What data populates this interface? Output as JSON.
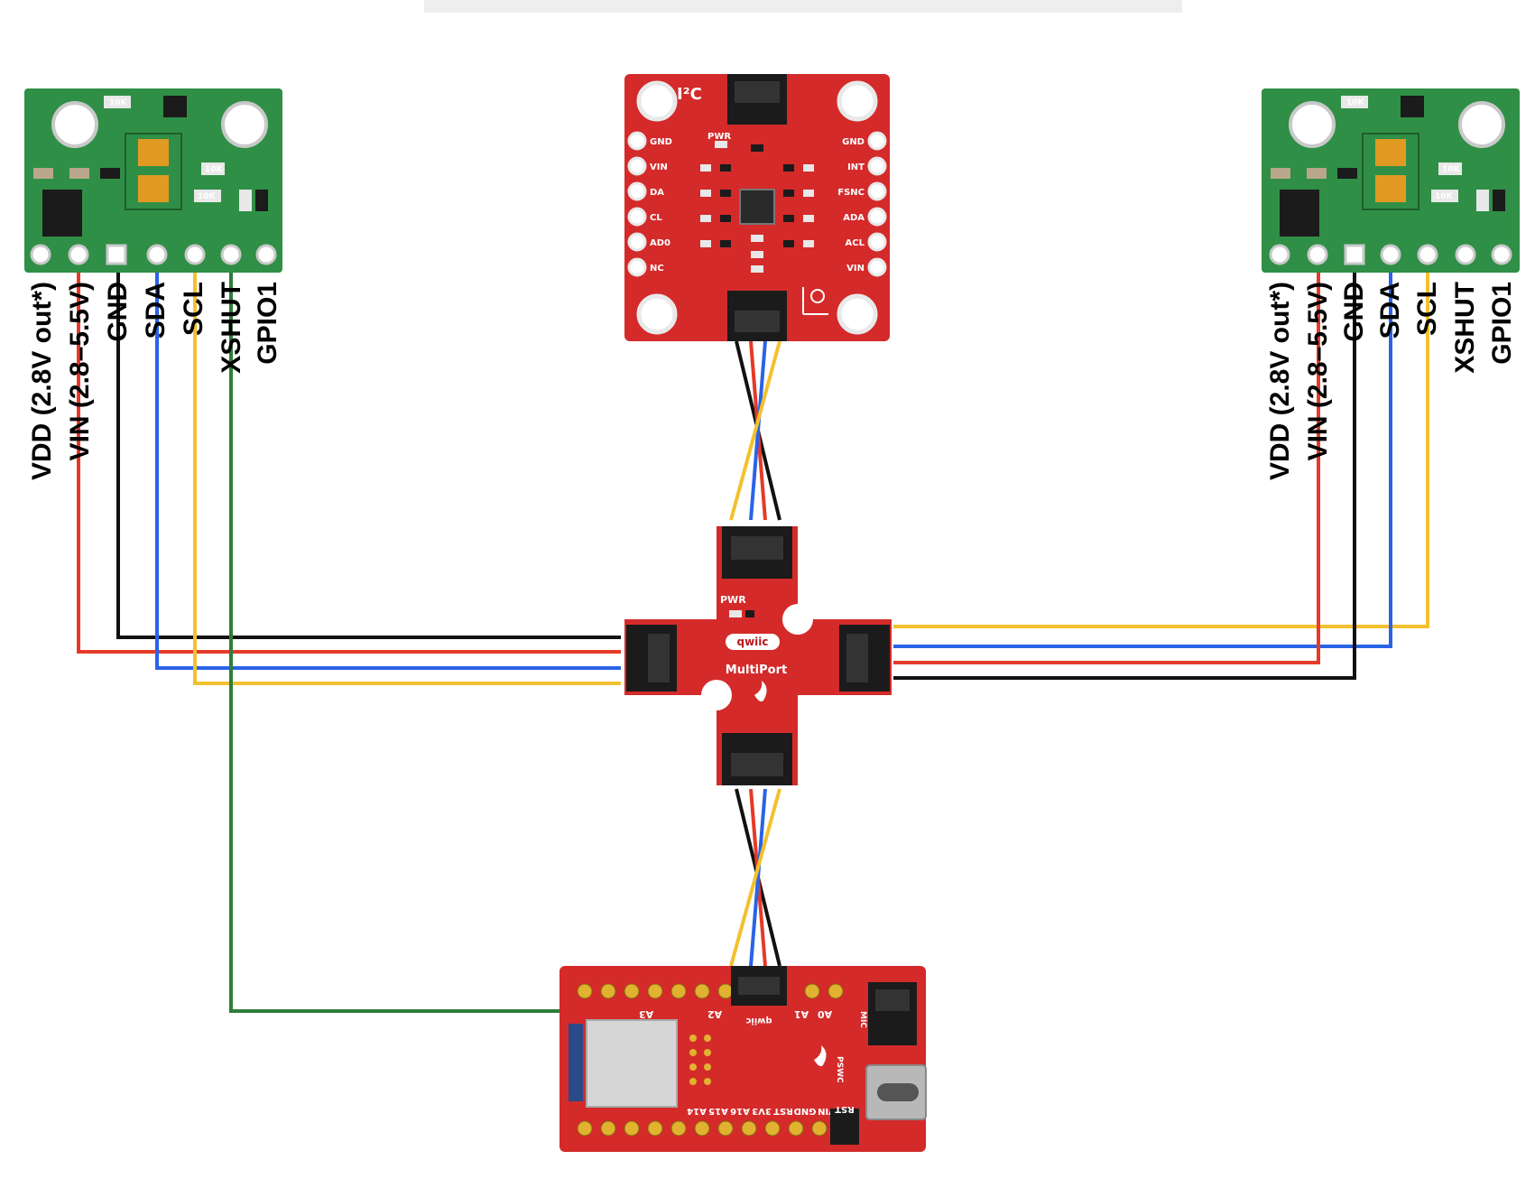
{
  "colors": {
    "vin": "#e53a28",
    "gnd": "#111111",
    "sda": "#2a63e6",
    "scl": "#f2c12e",
    "xshut": "#2e7d3a",
    "board_red": "#d42a2a",
    "board_green": "#2f8f46"
  },
  "sensor_left": {
    "pins": [
      "VDD (2.8V out*)",
      "VIN (2.8–5.5V)",
      "GND",
      "SDA",
      "SCL",
      "XSHUT",
      "GPIO1"
    ],
    "silkscreen": [
      "10K",
      "10K",
      "10K",
      "10K",
      "10K",
      "10K"
    ]
  },
  "sensor_right": {
    "pins": [
      "VDD (2.8V out*)",
      "VIN (2.8–5.5V)",
      "GND",
      "SDA",
      "SCL",
      "XSHUT",
      "GPIO1"
    ],
    "silkscreen": [
      "10K",
      "10K",
      "10K",
      "10K",
      "10K",
      "10K"
    ]
  },
  "imu_board": {
    "title": "I²C",
    "left_pins": [
      "GND",
      "VIN",
      "DA",
      "CL",
      "AD0",
      "NC"
    ],
    "right_pins": [
      "GND",
      "INT",
      "FSNC",
      "ADA",
      "ACL",
      "VIN"
    ],
    "pwr_label": "PWR"
  },
  "multiport": {
    "logo": "qwiic",
    "name": "MultiPort",
    "pwr_label": "PWR"
  },
  "mcu_board": {
    "top_labels": [
      "A3",
      "A2",
      "A1",
      "A0"
    ],
    "qwiic_label": "qwiic",
    "bottom_labels": [
      "A14",
      "A15",
      "A16",
      "3V3",
      "RST",
      "GND",
      "VIN"
    ],
    "rst_label": "RST",
    "side_labels": [
      "MIC",
      "PSWC"
    ]
  }
}
